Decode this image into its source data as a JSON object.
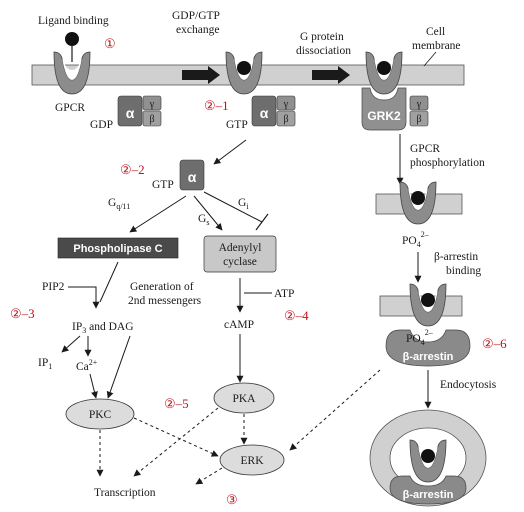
{
  "steps": {
    "s1": "①",
    "s2_1": "②–1",
    "s2_2": "②–2",
    "s2_3": "②–3",
    "s2_4": "②–4",
    "s2_5": "②–5",
    "s2_6": "②–6",
    "s3": "③"
  },
  "labels": {
    "ligand_binding": "Ligand binding",
    "gdp_gtp_1": "GDP/GTP",
    "gdp_gtp_2": "exchange",
    "gprot_diss_1": "G protein",
    "gprot_diss_2": "dissociation",
    "cell_1": "Cell",
    "cell_2": "membrane",
    "gpcr": "GPCR",
    "gdp": "GDP",
    "gtp_1": "GTP",
    "gtp_2": "GTP",
    "grk2": "GRK2",
    "alpha": "α",
    "gamma": "γ",
    "beta": "β",
    "gpcr_phos_1": "GPCR",
    "gpcr_phos_2": "phosphorylation",
    "gq_main": "G",
    "gq_sub": "q/11",
    "gs_main": "G",
    "gs_sub": "s",
    "gi_main": "G",
    "gi_sub": "i",
    "plc": "Phospholipase C",
    "adenylyl_1": "Adenylyl",
    "adenylyl_2": "cyclase",
    "pip2": "PIP2",
    "gen_1": "Generation of",
    "gen_2": "2nd messengers",
    "atp": "ATP",
    "camp": "cAMP",
    "ip3_main": "IP",
    "ip3_sub": "3",
    "and_dag": " and  DAG",
    "ip1_main": "IP",
    "ip1_sub": "1",
    "ca_main": "Ca",
    "ca_sup": "2+",
    "pkc": "PKC",
    "pka": "PKA",
    "erk": "ERK",
    "transcription": "Transcription",
    "po4_main": "PO",
    "po4_sub": "4",
    "po4_sup": "2–",
    "barr_binding_1": "β-arrestin",
    "barr_binding_2": "binding",
    "barrestin": "β-arrestin",
    "endocytosis": "Endocytosis"
  },
  "colors": {
    "membrane": "#d0d0d0",
    "receptor": "#8c8c8c",
    "alpha_dark": "#6e6e6e",
    "gprot_light": "#909090",
    "plc_box": "#4a4a4a",
    "adenylyl_box": "#c8c8c8",
    "kinase_oval": "#dcdcdc",
    "arrestin": "#8a8a8a",
    "step_red": "#c0141c"
  }
}
